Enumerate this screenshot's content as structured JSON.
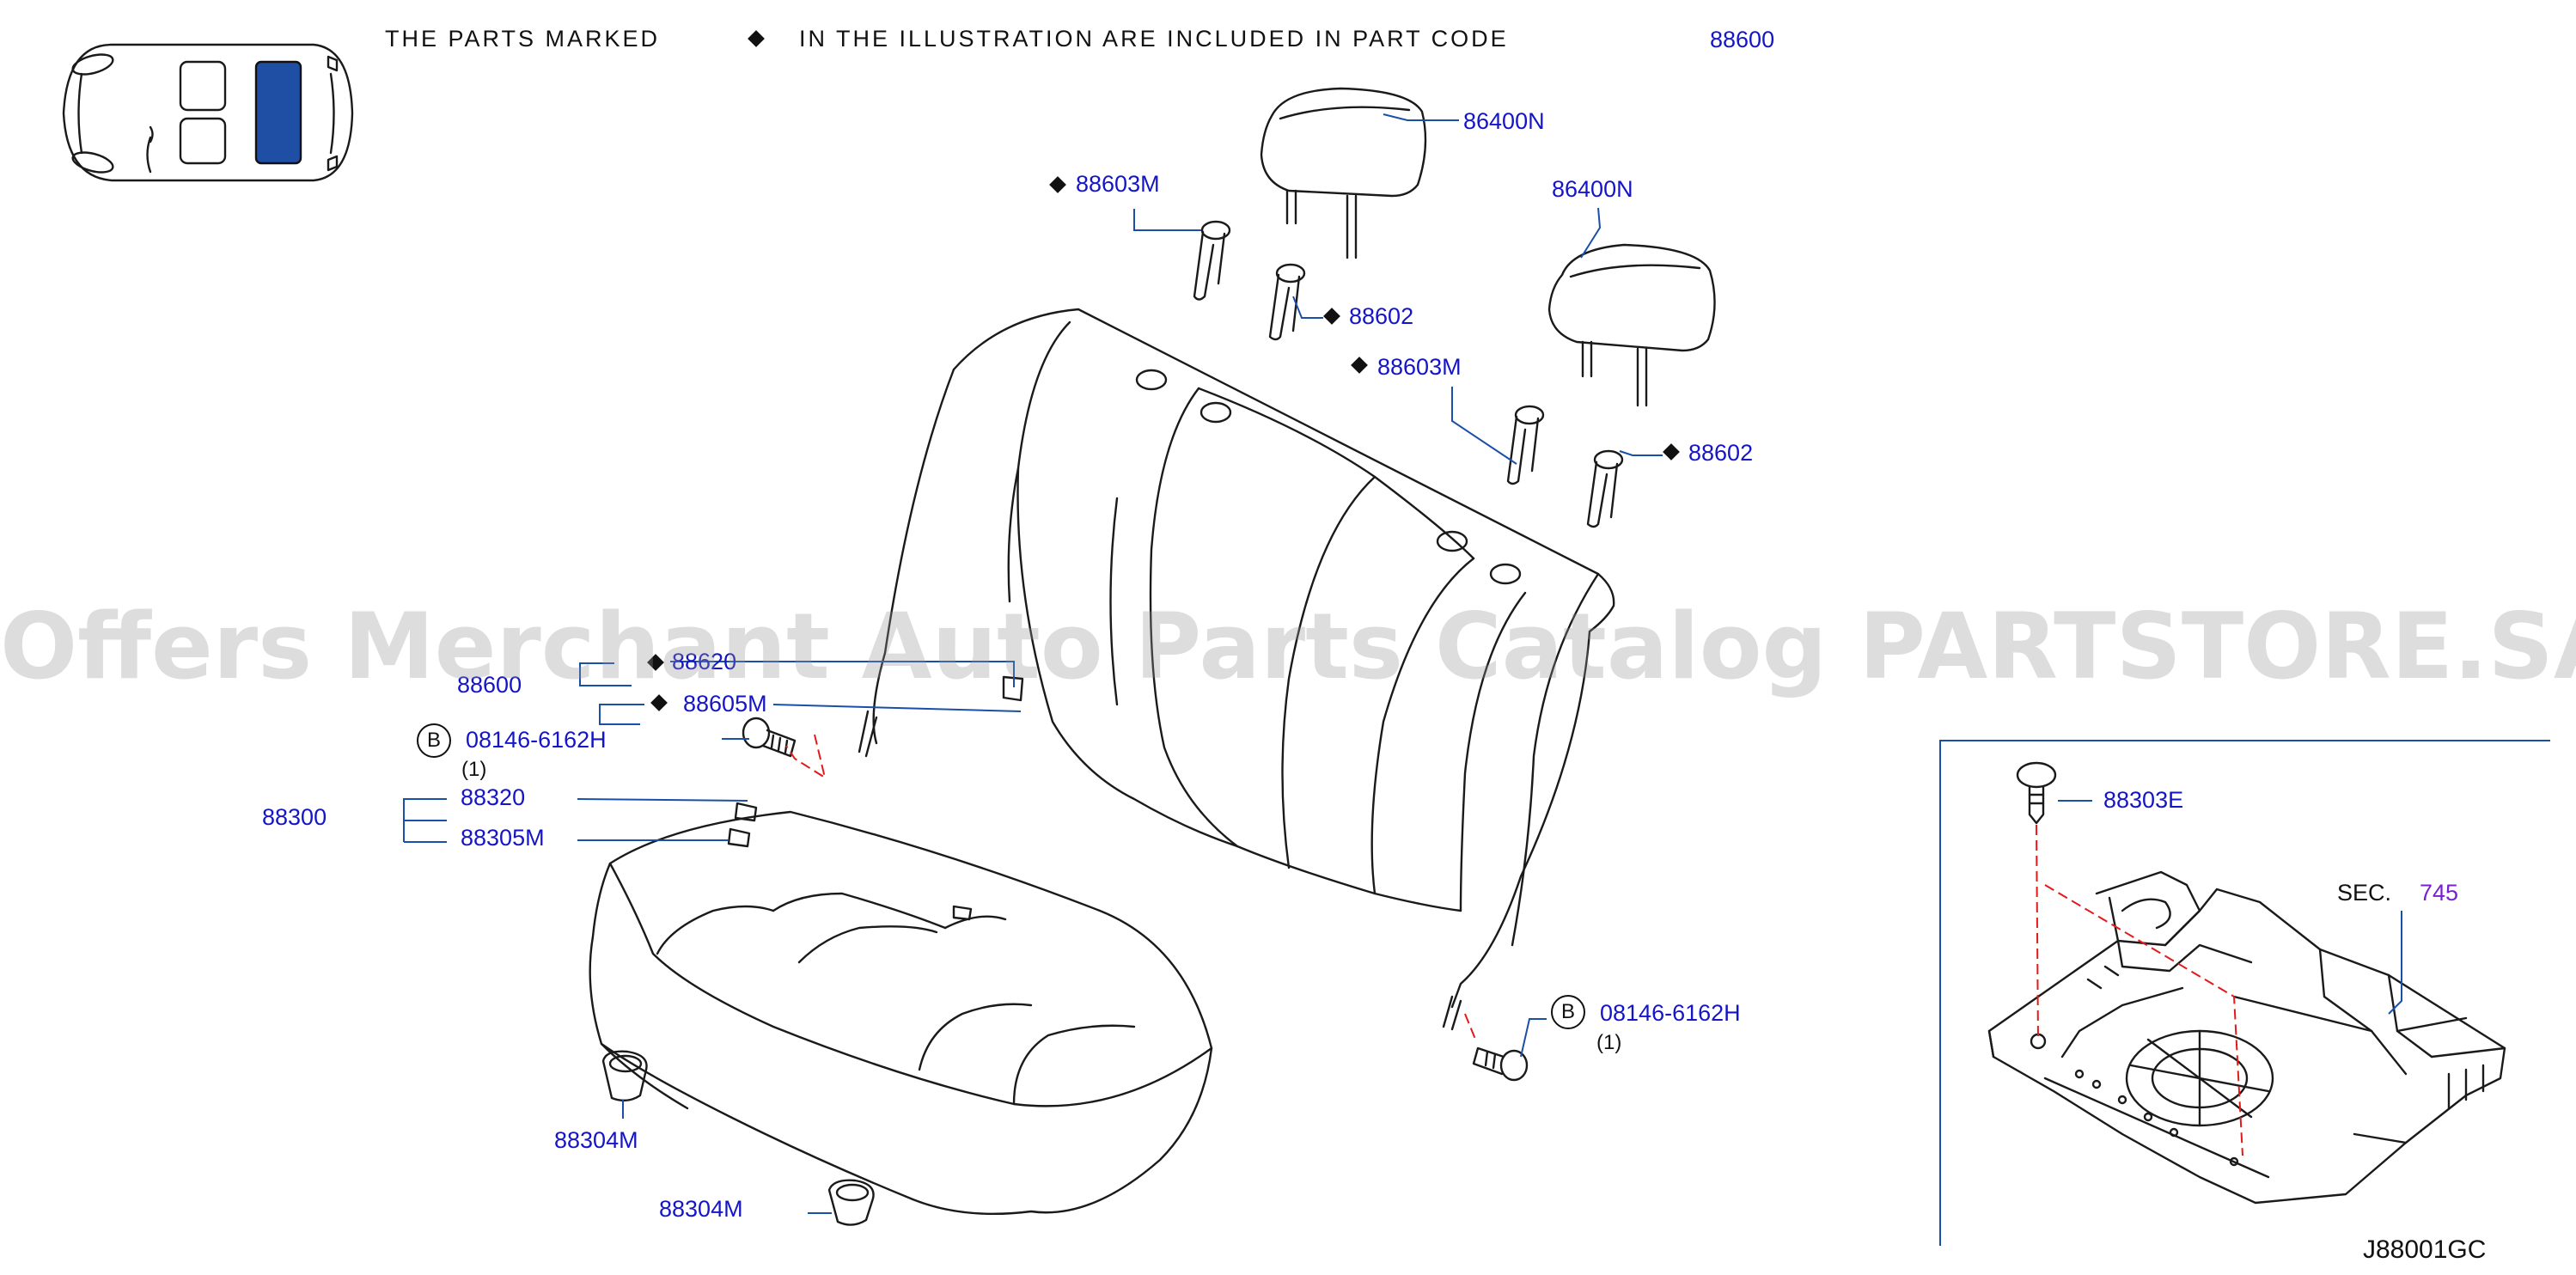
{
  "note": {
    "text_left": "THE PARTS MARKED",
    "text_right": "IN THE ILLUSTRATION ARE INCLUDED IN PART CODE",
    "code": "88600"
  },
  "parts": {
    "headrest_1": "86400N",
    "headrest_2": "86400N",
    "guide_1": "88603M",
    "guide_2": "88603M",
    "guide_lock_1": "88602",
    "guide_lock_2": "88602",
    "back_assy": "88600",
    "back_partial": "88620",
    "back_trim": "88605M",
    "bolt_1": "08146-6162H",
    "bolt_1_qty": "(1)",
    "bolt_2": "08146-6162H",
    "bolt_2_qty": "(1)",
    "cushion_assy": "88300",
    "cushion_trim": "88320",
    "cushion_pad": "88305M",
    "grommet_1": "88304M",
    "grommet_2": "88304M",
    "clip": "88303E",
    "sec_prefix": "SEC.",
    "sec_code": "745",
    "callout_letter": "B",
    "diagram_code": "J88001GC"
  },
  "watermark": "Offers Merchant Auto Parts Catalog PARTSTORE.SA",
  "colors": {
    "label": "#1515c8",
    "line": "#1a1a1a",
    "leader": "#1a4fa8",
    "highlight": "#1f4fa5",
    "dashed": "#e21a1a",
    "sec_code": "#7a1fd0"
  }
}
